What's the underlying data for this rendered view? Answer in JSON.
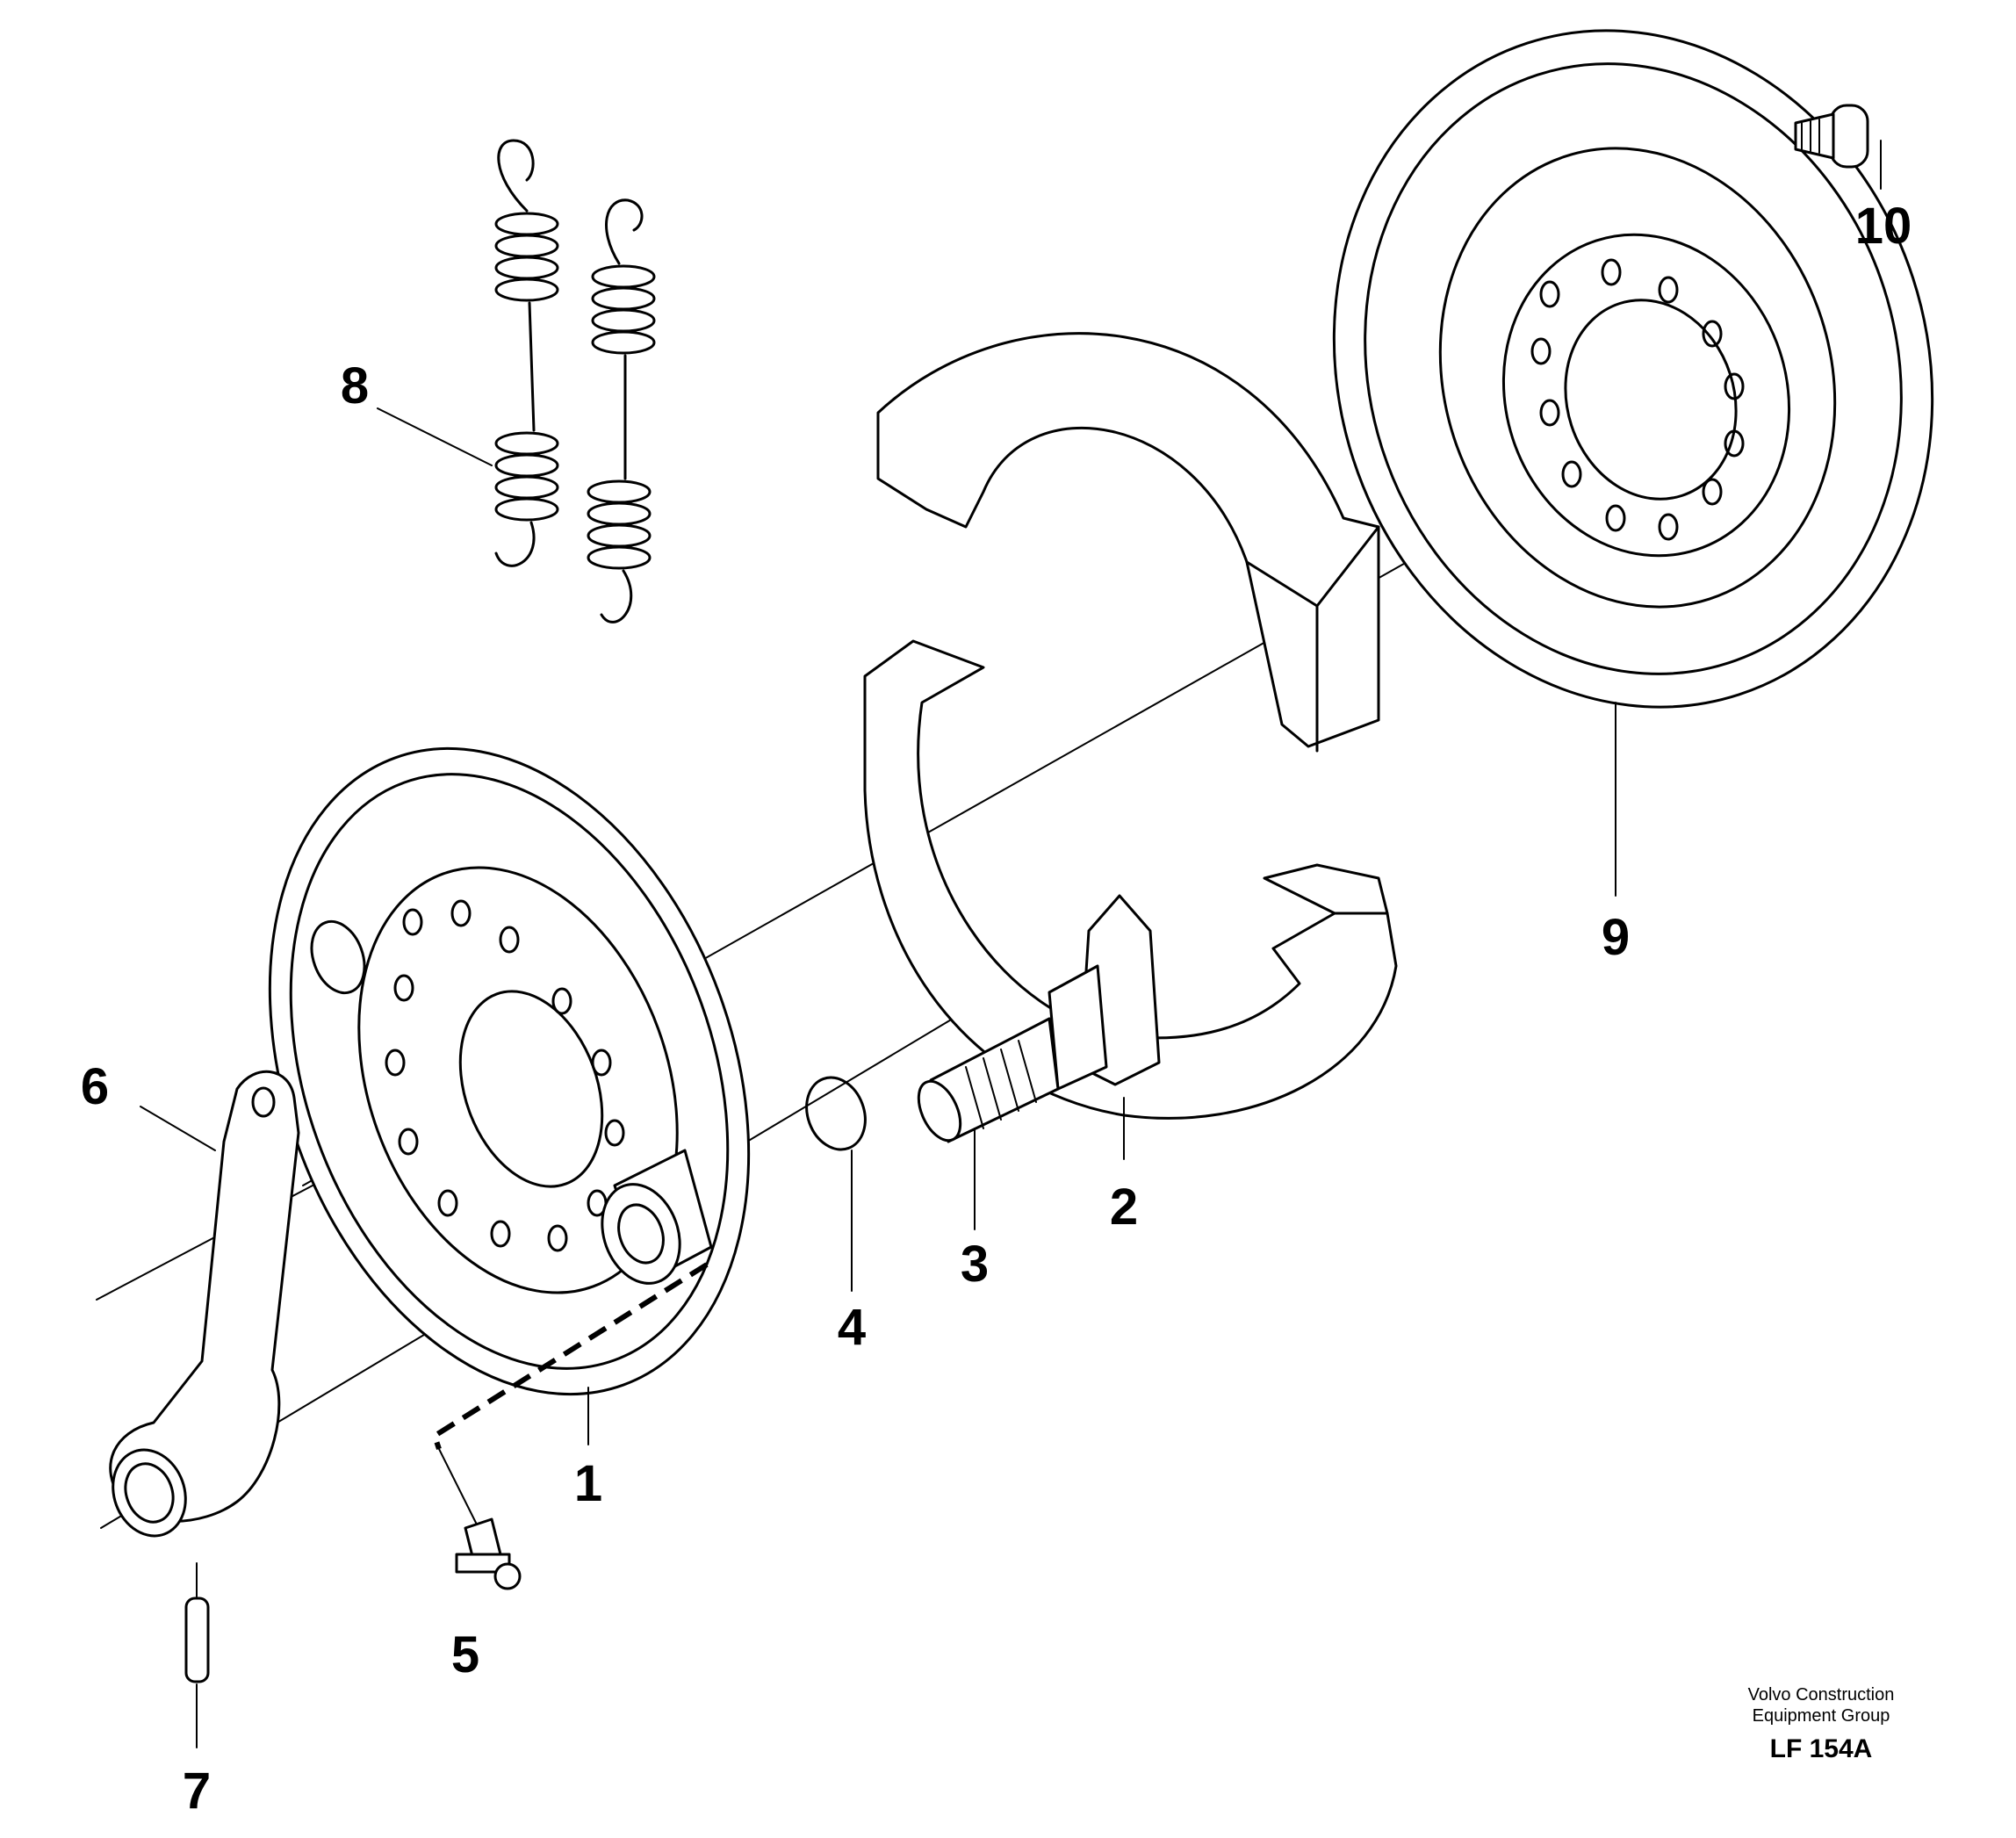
{
  "callouts": {
    "c1": "1",
    "c2": "2",
    "c3": "3",
    "c4": "4",
    "c5": "5",
    "c6": "6",
    "c7": "7",
    "c8": "8",
    "c9": "9",
    "c10": "10"
  },
  "credit": {
    "line1": "Volvo Construction",
    "line2": "Equipment Group",
    "figure_code": "LF 154A"
  }
}
